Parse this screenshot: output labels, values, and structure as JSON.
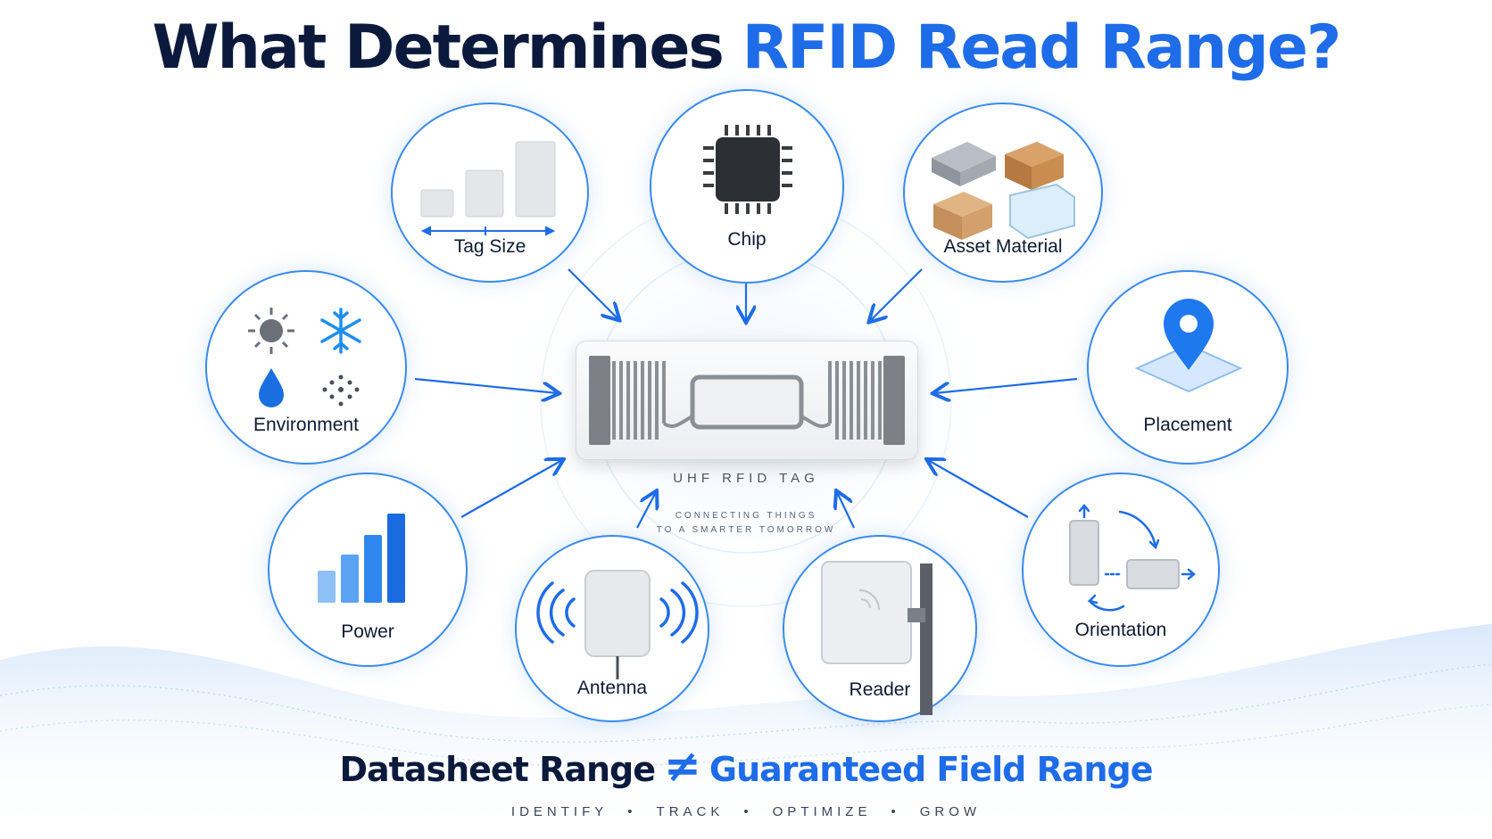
{
  "title": {
    "part1": "What Determines ",
    "part2": "RFID Read Range?"
  },
  "center": {
    "tag_label": "UHF RFID TAG",
    "sub_line1": "CONNECTING THINGS",
    "sub_line2": "TO A SMARTER TOMORROW"
  },
  "factors": {
    "tag_size": "Tag Size",
    "chip": "Chip",
    "asset_material": "Asset Material",
    "environment": "Environment",
    "placement": "Placement",
    "power": "Power",
    "antenna": "Antenna",
    "reader": "Reader",
    "orientation": "Orientation"
  },
  "bottom": {
    "left": "Datasheet Range",
    "symbol": "≠",
    "right": "Guaranteed Field Range"
  },
  "tagline": [
    "IDENTIFY",
    "TRACK",
    "OPTIMIZE",
    "GROW"
  ],
  "colors": {
    "accent": "#1e6ce8",
    "dark": "#0b1a3c",
    "ring": "#3a8bea"
  }
}
